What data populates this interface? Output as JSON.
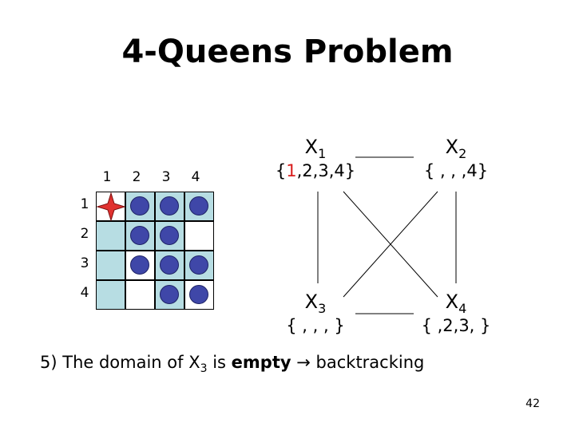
{
  "title": "4-Queens Problem",
  "board": {
    "col_labels": [
      "1",
      "2",
      "3",
      "4"
    ],
    "row_labels": [
      "1",
      "2",
      "3",
      "4"
    ],
    "rows": [
      [
        "queen-star",
        "dot",
        "dot",
        "dot"
      ],
      [
        "empty",
        "dot",
        "dot",
        "empty"
      ],
      [
        "empty",
        "dot",
        "dot",
        "dot"
      ],
      [
        "empty",
        "empty",
        "dot",
        "dot"
      ]
    ],
    "colors": {
      "cell": "#b7dde3",
      "dot": "#3f47a8",
      "queen": "#e0312f"
    }
  },
  "variables": {
    "x1": {
      "name": "X",
      "sub": "1",
      "domain_open": "{",
      "domain_selected": "1",
      "domain_rest": ",2,3,4}"
    },
    "x2": {
      "name": "X",
      "sub": "2",
      "domain": "{ , , ,4}"
    },
    "x3": {
      "name": "X",
      "sub": "3",
      "domain": "{ , , , }"
    },
    "x4": {
      "name": "X",
      "sub": "4",
      "domain": "{ ,2,3, }"
    }
  },
  "caption": {
    "number": "5)",
    "text_before": " The domain of X",
    "sub": "3",
    "text_middle": " is ",
    "bold": "empty",
    "arrow": "→",
    "text_after": " backtracking"
  },
  "page_number": "42"
}
